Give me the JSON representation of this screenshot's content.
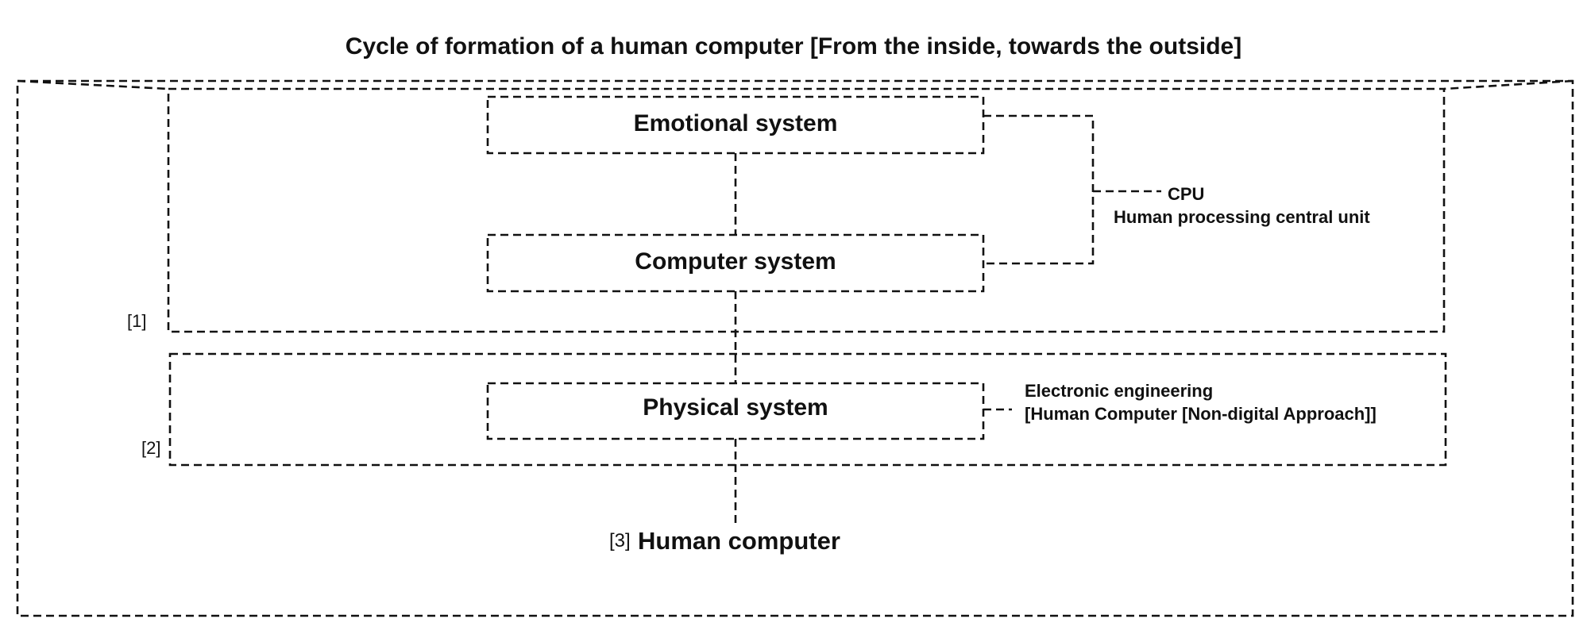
{
  "diagram": {
    "title": "Cycle of formation of a human computer [From the inside, towards the outside]",
    "boxes": {
      "emotional": "Emotional system",
      "computer": "Computer system",
      "physical": "Physical system"
    },
    "annotations": {
      "cpu_title": "CPU",
      "cpu_subtitle": "Human processing central unit",
      "engineering_title": "Electronic engineering",
      "engineering_subtitle": "[Human Computer [Non-digital Approach]]"
    },
    "markers": {
      "level_1": "[1]",
      "level_2": "[2]",
      "level_3": "[3]"
    },
    "final_label": "Human computer"
  }
}
